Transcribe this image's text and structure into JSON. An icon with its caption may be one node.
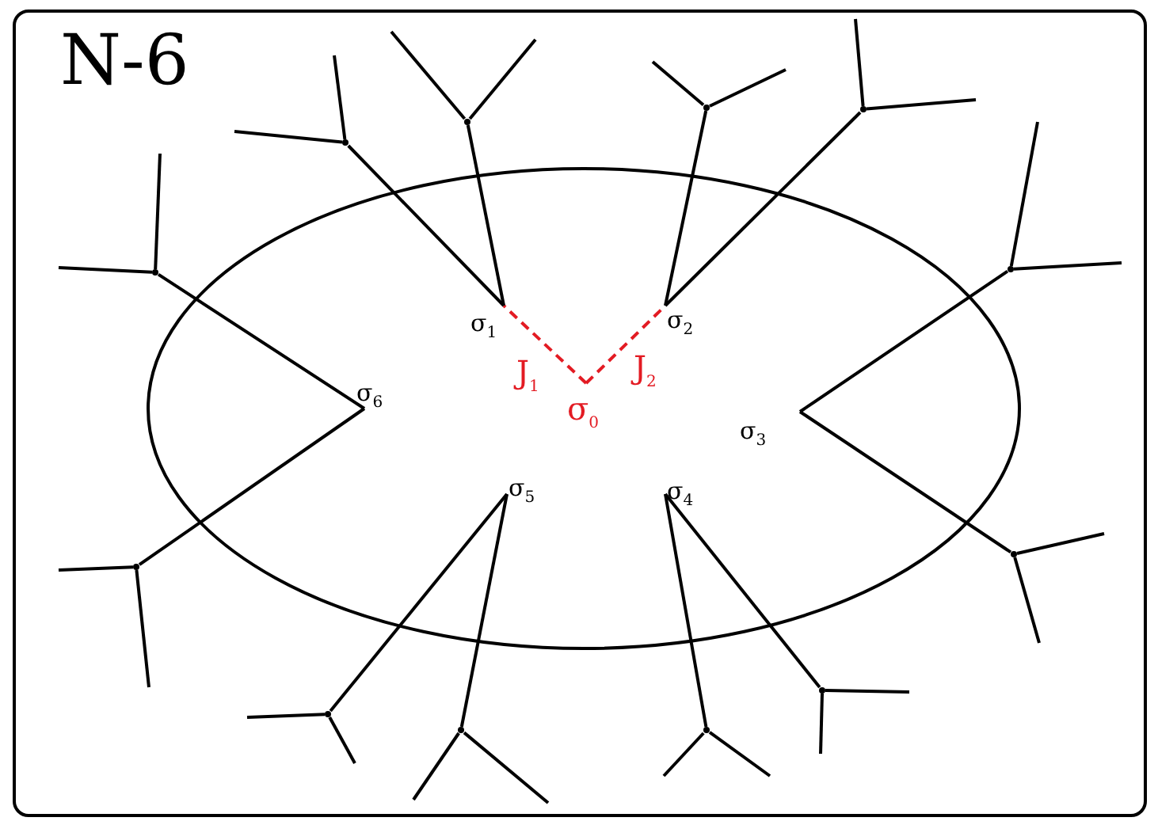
{
  "diagram": {
    "title": "N-6",
    "nodes": [
      {
        "text": [],
        "shape": "ellipse"
      },
      {
        "text": [
          "σ$_{0}$"
        ],
        "in": 0
      },
      {
        "text": [
          "σ$_{1}$"
        ],
        "in": 0
      },
      {
        "text": [
          "σ$_{2}$"
        ],
        "in": 0
      },
      {
        "text": [
          "σ$_{3}$"
        ],
        "in": 0
      },
      {
        "text": [
          "σ$_{4}$"
        ],
        "in": 0
      },
      {
        "text": [
          "σ$_{5}$"
        ],
        "in": 0
      },
      {
        "text": [
          "σ$_{6}$"
        ],
        "in": 0
      },
      {
        "text": [],
        "shape": "point"
      },
      {
        "text": [],
        "shape": "point"
      },
      {
        "text": [],
        "shape": "point"
      },
      {
        "text": [],
        "shape": "point"
      },
      {
        "text": [],
        "shape": "point"
      },
      {
        "text": [],
        "shape": "point"
      },
      {
        "text": [],
        "shape": "point"
      },
      {
        "text": [],
        "shape": "point"
      },
      {
        "text": [],
        "shape": "point"
      },
      {
        "text": [],
        "shape": "point"
      },
      {
        "text": [],
        "shape": "point"
      },
      {
        "text": [],
        "shape": "point"
      }
    ],
    "edges": [
      {
        "from": 1,
        "to": 2,
        "arrow": "none",
        "label": "J$_{1}$",
        "style": "dashed",
        "color": "#e31b23"
      },
      {
        "from": 1,
        "to": 3,
        "arrow": "none",
        "label": "J$_{2}$",
        "style": "dashed",
        "color": "#e31b23"
      },
      {
        "from": 2,
        "to": 8,
        "arrow": "none"
      },
      {
        "from": 2,
        "to": 9,
        "arrow": "none"
      },
      {
        "from": 3,
        "to": 10,
        "arrow": "none"
      },
      {
        "from": 3,
        "to": 11,
        "arrow": "none"
      },
      {
        "from": 4,
        "to": 12,
        "arrow": "none"
      },
      {
        "from": 4,
        "to": 13,
        "arrow": "none"
      },
      {
        "from": 5,
        "to": 14,
        "arrow": "none"
      },
      {
        "from": 5,
        "to": 15,
        "arrow": "none"
      },
      {
        "from": 6,
        "to": 16,
        "arrow": "none"
      },
      {
        "from": 6,
        "to": 17,
        "arrow": "none"
      },
      {
        "from": 7,
        "to": 18,
        "arrow": "none"
      },
      {
        "from": 7,
        "to": 19,
        "arrow": "none"
      },
      {
        "from": 8,
        "to": null,
        "arrow": "none"
      },
      {
        "from": 8,
        "to": null,
        "arrow": "none"
      },
      {
        "from": 9,
        "to": null,
        "arrow": "none"
      },
      {
        "from": 9,
        "to": null,
        "arrow": "none"
      },
      {
        "from": 10,
        "to": null,
        "arrow": "none"
      },
      {
        "from": 10,
        "to": null,
        "arrow": "none"
      },
      {
        "from": 11,
        "to": null,
        "arrow": "none"
      },
      {
        "from": 11,
        "to": null,
        "arrow": "none"
      },
      {
        "from": 12,
        "to": null,
        "arrow": "none"
      },
      {
        "from": 12,
        "to": null,
        "arrow": "none"
      },
      {
        "from": 13,
        "to": null,
        "arrow": "none"
      },
      {
        "from": 13,
        "to": null,
        "arrow": "none"
      },
      {
        "from": 14,
        "to": null,
        "arrow": "none"
      },
      {
        "from": 14,
        "to": null,
        "arrow": "none"
      },
      {
        "from": 15,
        "to": null,
        "arrow": "none"
      },
      {
        "from": 15,
        "to": null,
        "arrow": "none"
      },
      {
        "from": 16,
        "to": null,
        "arrow": "none"
      },
      {
        "from": 16,
        "to": null,
        "arrow": "none"
      },
      {
        "from": 17,
        "to": null,
        "arrow": "none"
      },
      {
        "from": 17,
        "to": null,
        "arrow": "none"
      },
      {
        "from": 18,
        "to": null,
        "arrow": "none"
      },
      {
        "from": 18,
        "to": null,
        "arrow": "none"
      },
      {
        "from": 19,
        "to": null,
        "arrow": "none"
      },
      {
        "from": 19,
        "to": null,
        "arrow": "none"
      }
    ]
  }
}
